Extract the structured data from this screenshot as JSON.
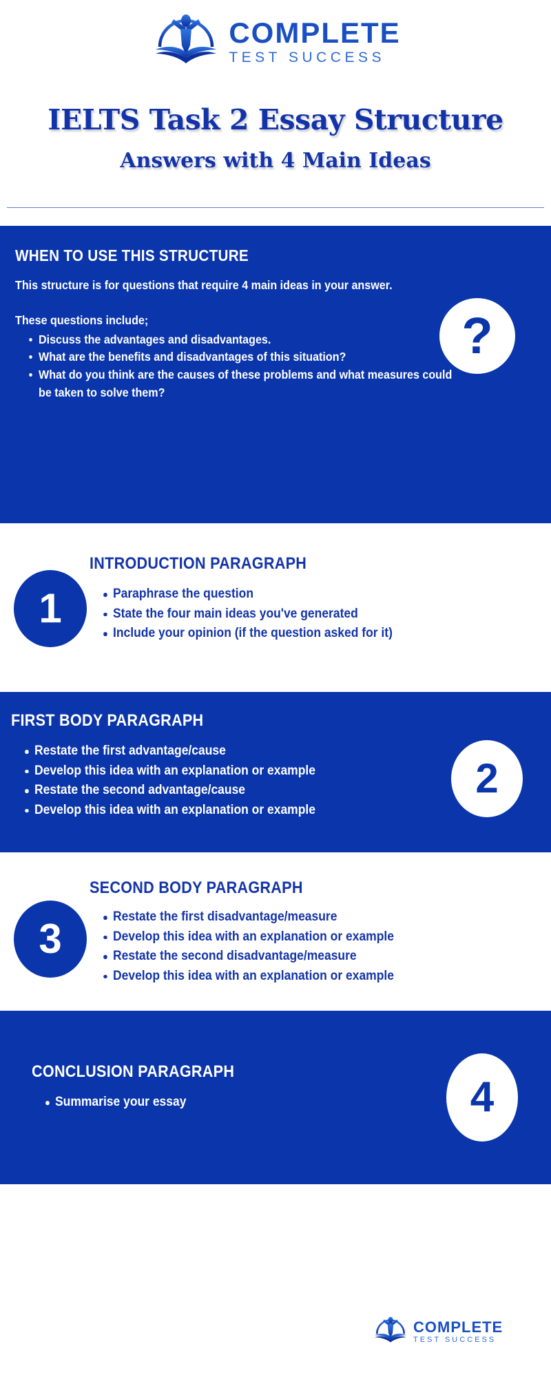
{
  "brand": {
    "name_line_1": "COMPLETE",
    "name_line_2": "TEST SUCCESS",
    "logo_icon": "person-on-open-book-icon",
    "accent_color": "#1a4fc4"
  },
  "header": {
    "title": "IELTS Task 2 Essay Structure",
    "subtitle": "Answers with 4 Main Ideas",
    "title_color": "#1334a8"
  },
  "colors": {
    "brand_blue": "#0a35ab",
    "title_blue": "#1334a8",
    "white": "#ffffff",
    "divider": "#5b83d8"
  },
  "sections": [
    {
      "id": "when-to-use",
      "heading": "WHEN TO USE THIS STRUCTURE",
      "paragraph_1": "This structure is for questions that require 4 main ideas in your answer.",
      "paragraph_2": "These questions include;",
      "badge": "?",
      "bullets": [
        "Discuss the advantages and disadvantages.",
        "What are the benefits and disadvantages of this situation?",
        "What do you think are the causes of these problems and what measures could be taken to solve them?"
      ]
    },
    {
      "id": "introduction",
      "heading": "INTRODUCTION PARAGRAPH",
      "badge": "1",
      "bullets": [
        "Paraphrase the question",
        "State the four main ideas you've generated",
        "Include your opinion (if the question asked for it)"
      ]
    },
    {
      "id": "first-body",
      "heading": "FIRST BODY PARAGRAPH",
      "badge": "2",
      "bullets": [
        "Restate the first advantage/cause",
        "Develop this idea with an explanation or example",
        "Restate the second advantage/cause",
        "Develop this idea with an explanation or example"
      ]
    },
    {
      "id": "second-body",
      "heading": "SECOND BODY PARAGRAPH",
      "badge": "3",
      "bullets": [
        "Restate the first disadvantage/measure",
        "Develop this idea with an explanation or example",
        "Restate the second disadvantage/measure",
        "Develop this idea with an explanation or example"
      ]
    },
    {
      "id": "conclusion",
      "heading": "CONCLUSION PARAGRAPH",
      "badge": "4",
      "bullets": [
        "Summarise your essay"
      ]
    }
  ]
}
